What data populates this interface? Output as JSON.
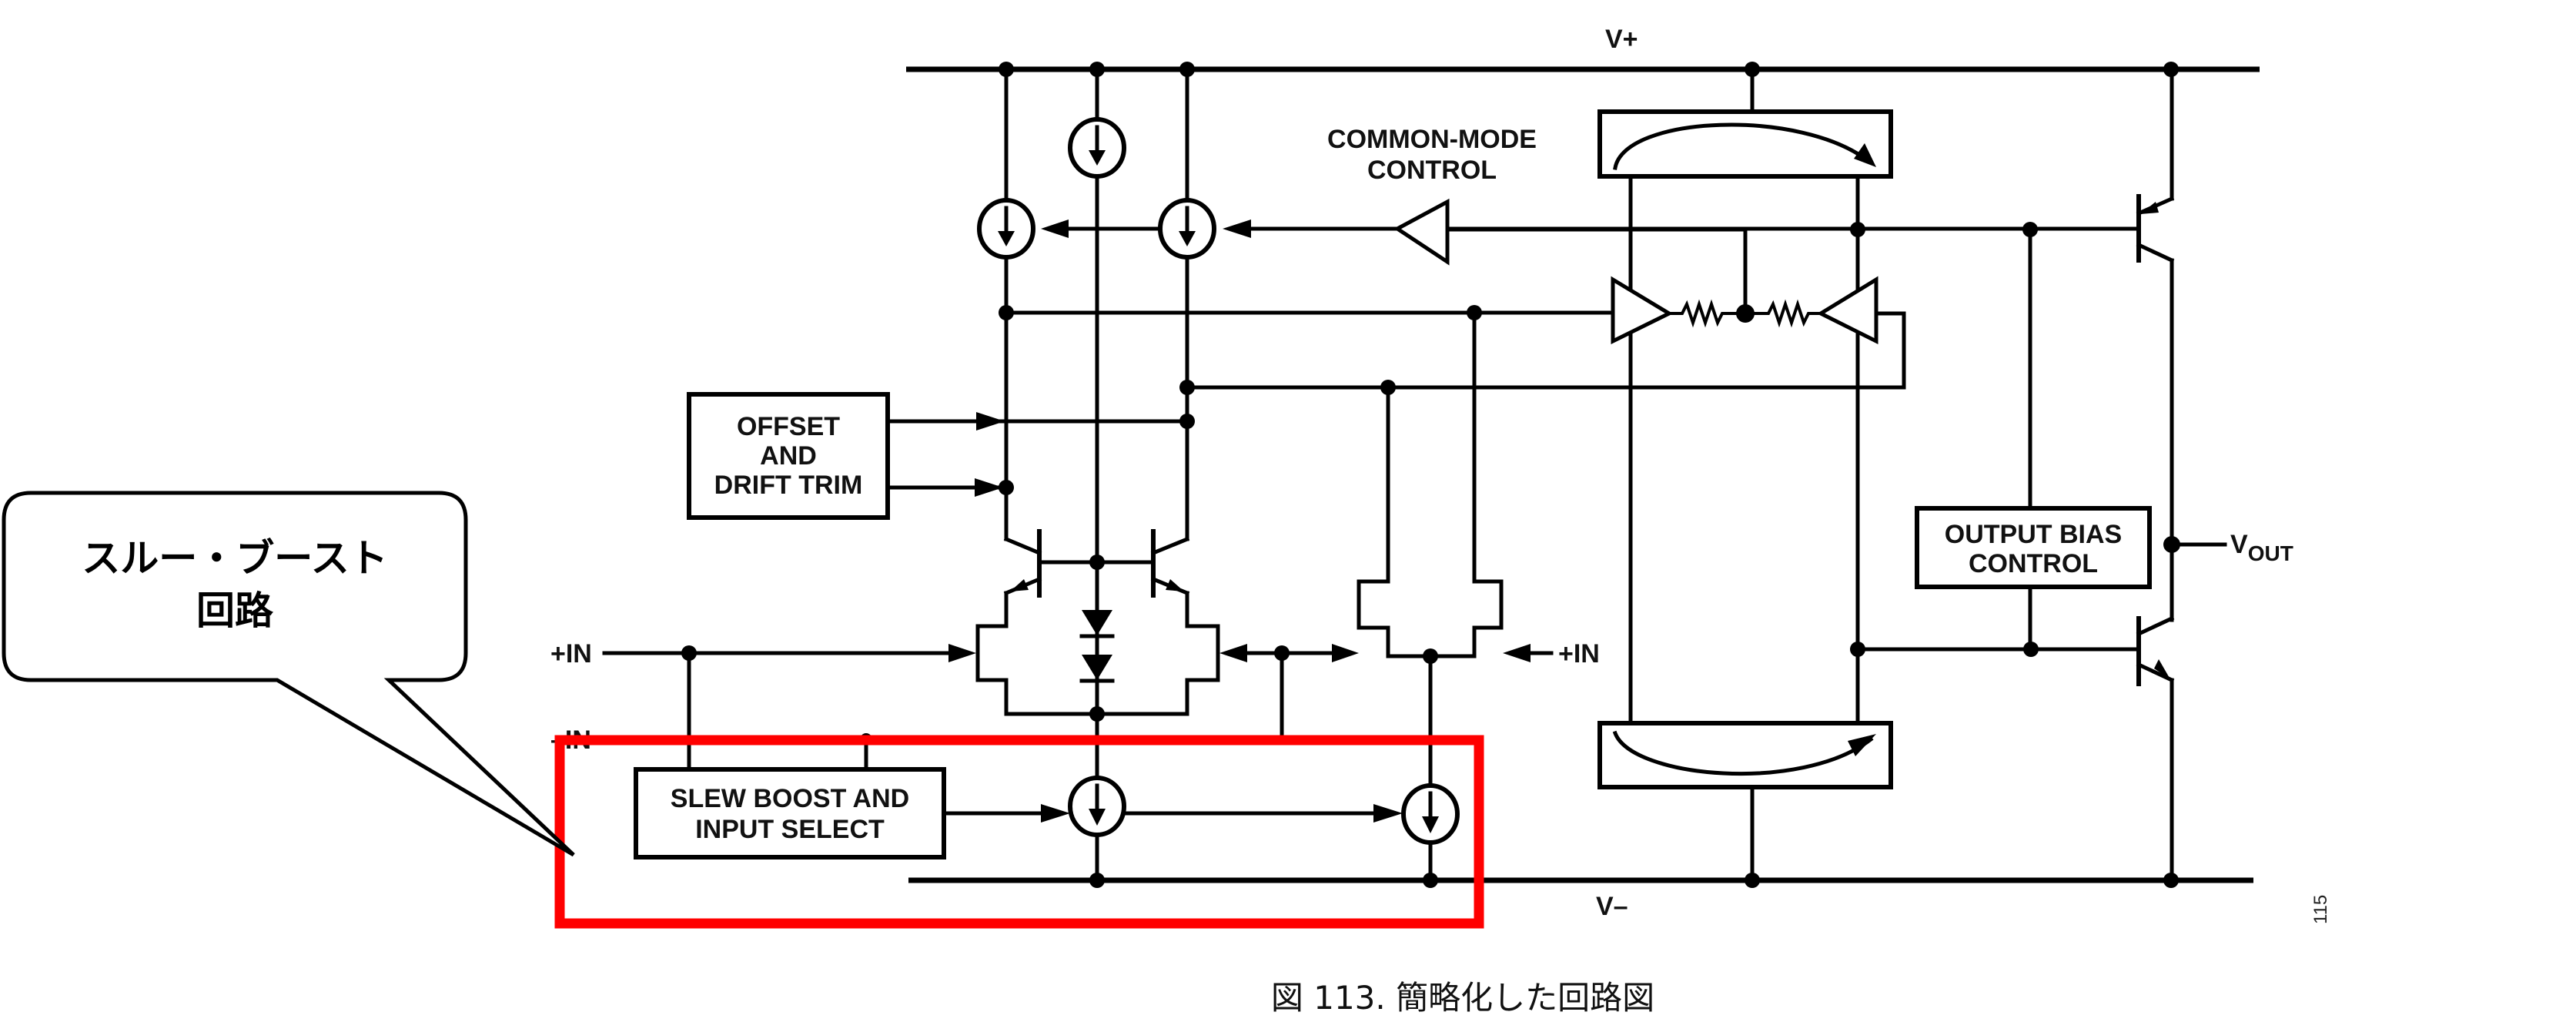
{
  "diagram": {
    "rails": {
      "positive": "V+",
      "negative": "V–"
    },
    "inputs": {
      "noninverting_left": "+IN",
      "inverting_left": "–IN",
      "noninverting_right": "+IN"
    },
    "output": {
      "label": "V",
      "subscript": "OUT"
    },
    "blocks": {
      "common_mode": [
        "COMMON-MODE",
        "CONTROL"
      ],
      "offset_trim": [
        "OFFSET",
        "AND",
        "DRIFT TRIM"
      ],
      "slew_boost": [
        "SLEW BOOST AND",
        "INPUT SELECT"
      ],
      "output_bias": [
        "OUTPUT BIAS",
        "CONTROL"
      ]
    },
    "figure_id": "115"
  },
  "callout": {
    "lines": [
      "スルー・ブースト",
      "回路"
    ],
    "highlight_color": "#ff0000"
  },
  "caption": "図 113.  簡略化した回路図"
}
